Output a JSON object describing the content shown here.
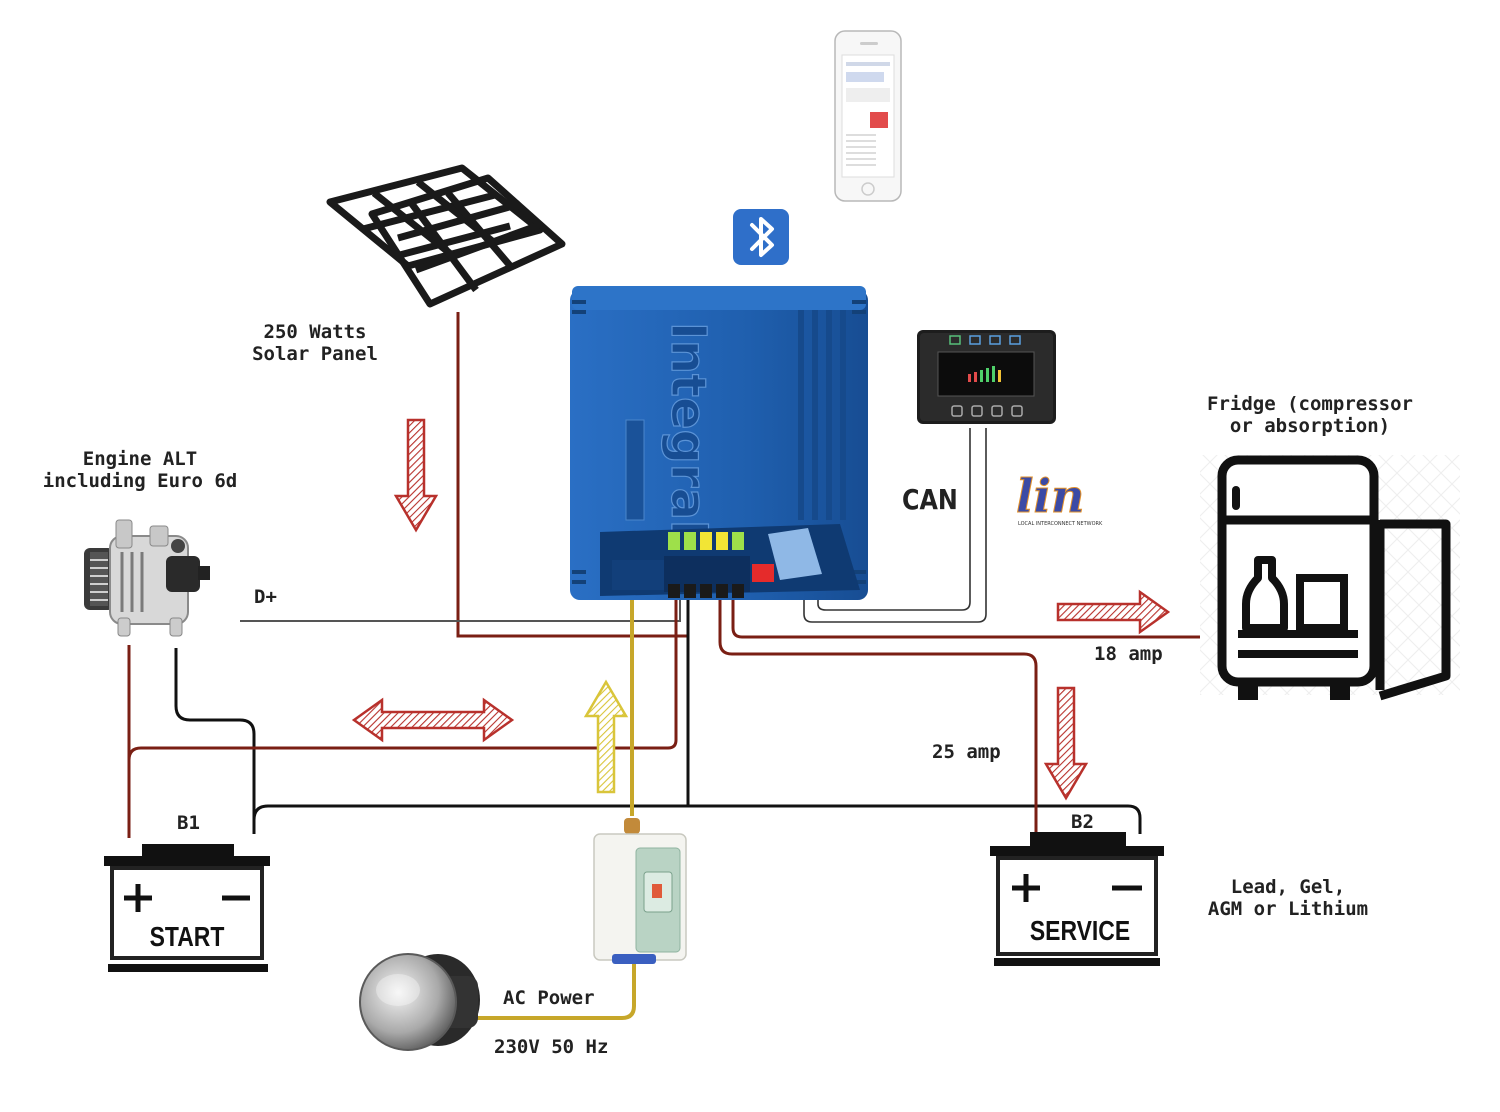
{
  "labels": {
    "solar_line1": "250 Watts",
    "solar_line2": "Solar Panel",
    "alt_line1": "Engine ALT",
    "alt_line2": "including Euro 6d",
    "dplus": "D+",
    "can": "CAN",
    "lin": "lin",
    "lin_sub": "LOCAL INTERCONNECT NETWORK",
    "fridge_line1": "Fridge (compressor",
    "fridge_line2": "or absorption)",
    "amp18": "18 amp",
    "amp25": "25 amp",
    "b1": "B1",
    "b2": "B2",
    "start": "START",
    "service": "SERVICE",
    "battery_type_line1": "Lead, Gel,",
    "battery_type_line2": "AGM or Lithium",
    "ac_power": "AC Power",
    "voltage": "230V 50 Hz",
    "brand": "Integral"
  },
  "colors": {
    "wire_positive": "#7a1f14",
    "wire_negative": "#111111",
    "wire_signal": "#555555",
    "wire_ac": "#c7a72a",
    "flow_arrow": "#b8312c",
    "ac_arrow": "#d9c53a",
    "unit_blue": "#1f5fae",
    "bluetooth": "#2f6fc9"
  },
  "icons": [
    "solar-panel-icon",
    "alternator-icon",
    "bluetooth-icon",
    "phone-icon",
    "display-panel-icon",
    "fridge-icon",
    "battery-icon",
    "shore-socket-icon",
    "ac-inlet-box-icon"
  ]
}
